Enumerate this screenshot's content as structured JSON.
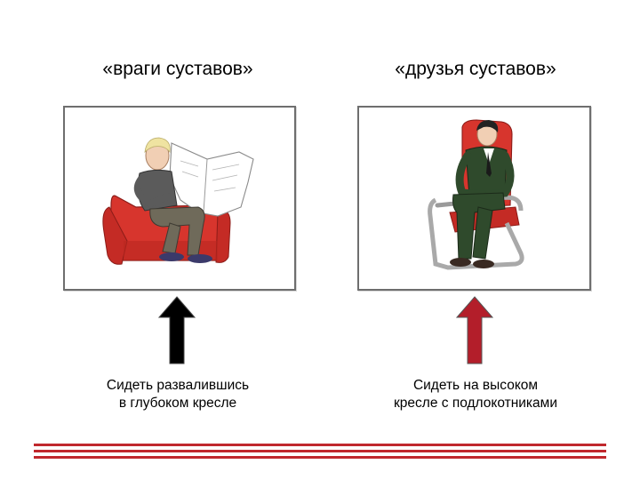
{
  "left": {
    "heading": "«враги суставов»",
    "caption_line1": "Сидеть развалившись",
    "caption_line2": "в глубоком кресле",
    "arrow_color": "#000000"
  },
  "right": {
    "heading": "«друзья суставов»",
    "caption_line1": "Сидеть на высоком",
    "caption_line2": "кресле с подлокотниками",
    "arrow_color": "#b31e2a"
  },
  "colors": {
    "rule": "#c0282d",
    "chair": "#d7352d",
    "suit": "#2f4a2c"
  }
}
